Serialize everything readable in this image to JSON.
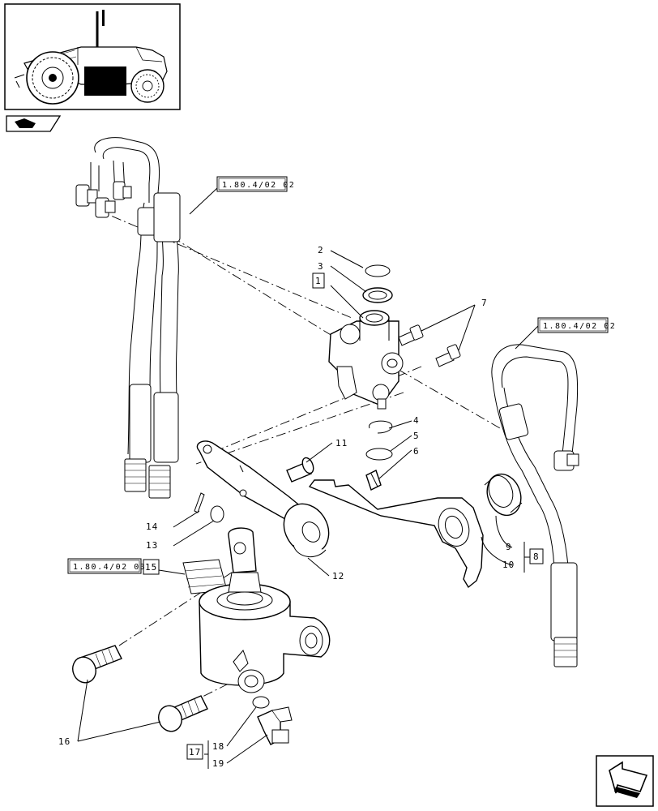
{
  "callouts": {
    "c2": "2",
    "c3": "3",
    "c4": "4",
    "c5": "5",
    "c6": "6",
    "c7": "7",
    "c9": "9",
    "c10": "10",
    "c11": "11",
    "c12": "12",
    "c13": "13",
    "c14": "14",
    "c16": "16",
    "c18": "18",
    "c19": "19"
  },
  "boxed": {
    "b1": "1",
    "b8": "8",
    "b15": "15",
    "b17": "17"
  },
  "refs": {
    "top_hose": "1.80.4/02 02",
    "right_hose": "1.80.4/02 02",
    "cylinder": "1.80.4/02 03"
  },
  "icons": {
    "thumbnail": "tractor-thumbnail-icon",
    "catalog": "catalog-page-icon",
    "next": "next-page-arrow-icon"
  }
}
